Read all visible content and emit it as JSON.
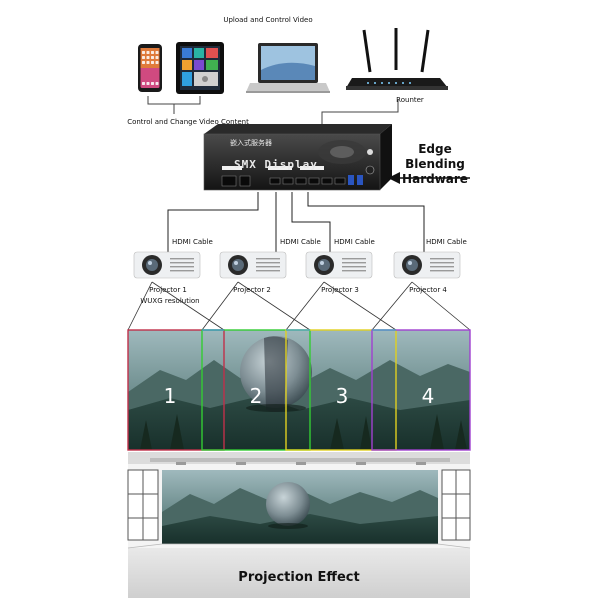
{
  "top": {
    "upload_label": "Upload and Control Video",
    "router_label": "Rounter",
    "control_label": "Control and Change Video Content"
  },
  "hardware": {
    "label_line1": "Edge Blending",
    "label_line2": "Hardware",
    "device_brand": "SMX Display",
    "device_cn_title": "嵌入式服务器"
  },
  "cables": [
    {
      "label": "HDMI Cable"
    },
    {
      "label": "HDMI Cable"
    },
    {
      "label": "HDMI Cable"
    },
    {
      "label": "HDMI Cable"
    }
  ],
  "projectors": [
    {
      "label": "Projector 1"
    },
    {
      "label": "Projector 2"
    },
    {
      "label": "Projector 3"
    },
    {
      "label": "Projector 4"
    }
  ],
  "resolution_note": "WUXG resolution",
  "zones": [
    {
      "number": "1",
      "color": "#c0304a"
    },
    {
      "number": "2",
      "color": "#33cc33"
    },
    {
      "number": "3",
      "color": "#e0d020"
    },
    {
      "number": "4",
      "color": "#a040d0"
    }
  ],
  "zone_overlap_color": "#3aa0d8",
  "effect_label": "Projection Effect"
}
